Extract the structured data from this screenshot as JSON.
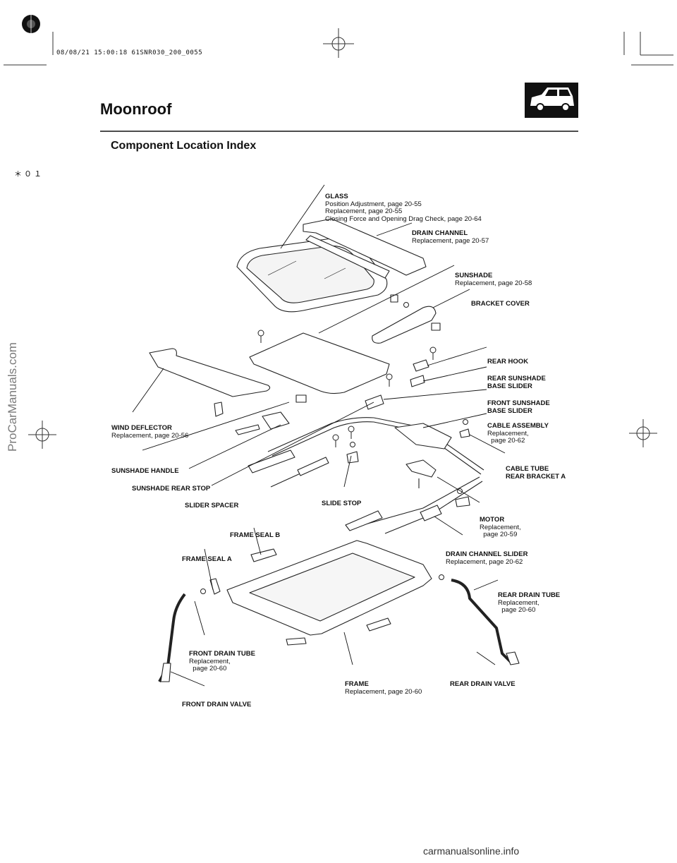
{
  "header": {
    "stamp": "08/08/21 15:00:18 61SNR030_200_0055",
    "title": "Moonroof",
    "subtitle": "Component Location Index",
    "asterisk_mark": "＊０１"
  },
  "side_watermark": "ProCarManuals.com",
  "footer_watermark": "carmanualsonline.info",
  "callouts": [
    {
      "id": "glass",
      "name": "GLASS",
      "lines": [
        "Position Adjustment, page 20-55",
        "Replacement, page 20-55",
        "Closing Force and Opening Drag Check, page 20-64"
      ]
    },
    {
      "id": "drain-channel",
      "name": "DRAIN CHANNEL",
      "lines": [
        "Replacement, page 20-57"
      ]
    },
    {
      "id": "sunshade",
      "name": "SUNSHADE",
      "lines": [
        "Replacement, page 20-58"
      ]
    },
    {
      "id": "bracket-cover",
      "name": "BRACKET COVER",
      "lines": []
    },
    {
      "id": "rear-hook",
      "name": "REAR HOOK",
      "lines": []
    },
    {
      "id": "rear-sunshade-base-slider",
      "name": "REAR SUNSHADE\nBASE SLIDER",
      "lines": []
    },
    {
      "id": "front-sunshade-base-slider",
      "name": "FRONT SUNSHADE\nBASE SLIDER",
      "lines": []
    },
    {
      "id": "cable-assembly",
      "name": "CABLE ASSEMBLY",
      "lines": [
        "Replacement,",
        "  page 20-62"
      ]
    },
    {
      "id": "cable-tube-rear-bracket-a",
      "name": "CABLE TUBE\nREAR BRACKET A",
      "lines": []
    },
    {
      "id": "wind-deflector",
      "name": "WIND DEFLECTOR",
      "lines": [
        "Replacement, page 20-56"
      ]
    },
    {
      "id": "sunshade-handle",
      "name": "SUNSHADE HANDLE",
      "lines": []
    },
    {
      "id": "sunshade-rear-stop",
      "name": "SUNSHADE REAR STOP",
      "lines": []
    },
    {
      "id": "slider-spacer",
      "name": "SLIDER SPACER",
      "lines": []
    },
    {
      "id": "slide-stop",
      "name": "SLIDE STOP",
      "lines": []
    },
    {
      "id": "motor",
      "name": "MOTOR",
      "lines": [
        "Replacement,",
        "  page 20-59"
      ]
    },
    {
      "id": "frame-seal-b",
      "name": "FRAME SEAL B",
      "lines": []
    },
    {
      "id": "frame-seal-a",
      "name": "FRAME SEAL A",
      "lines": []
    },
    {
      "id": "drain-channel-slider",
      "name": "DRAIN CHANNEL SLIDER",
      "lines": [
        "Replacement, page 20-62"
      ]
    },
    {
      "id": "rear-drain-tube",
      "name": "REAR DRAIN TUBE",
      "lines": [
        "Replacement,",
        "  page 20-60"
      ]
    },
    {
      "id": "front-drain-tube",
      "name": "FRONT DRAIN TUBE",
      "lines": [
        "Replacement,",
        "  page 20-60"
      ]
    },
    {
      "id": "frame",
      "name": "FRAME",
      "lines": [
        "Replacement, page 20-60"
      ]
    },
    {
      "id": "rear-drain-valve",
      "name": "REAR DRAIN VALVE",
      "lines": []
    },
    {
      "id": "front-drain-valve",
      "name": "FRONT DRAIN VALVE",
      "lines": []
    }
  ]
}
